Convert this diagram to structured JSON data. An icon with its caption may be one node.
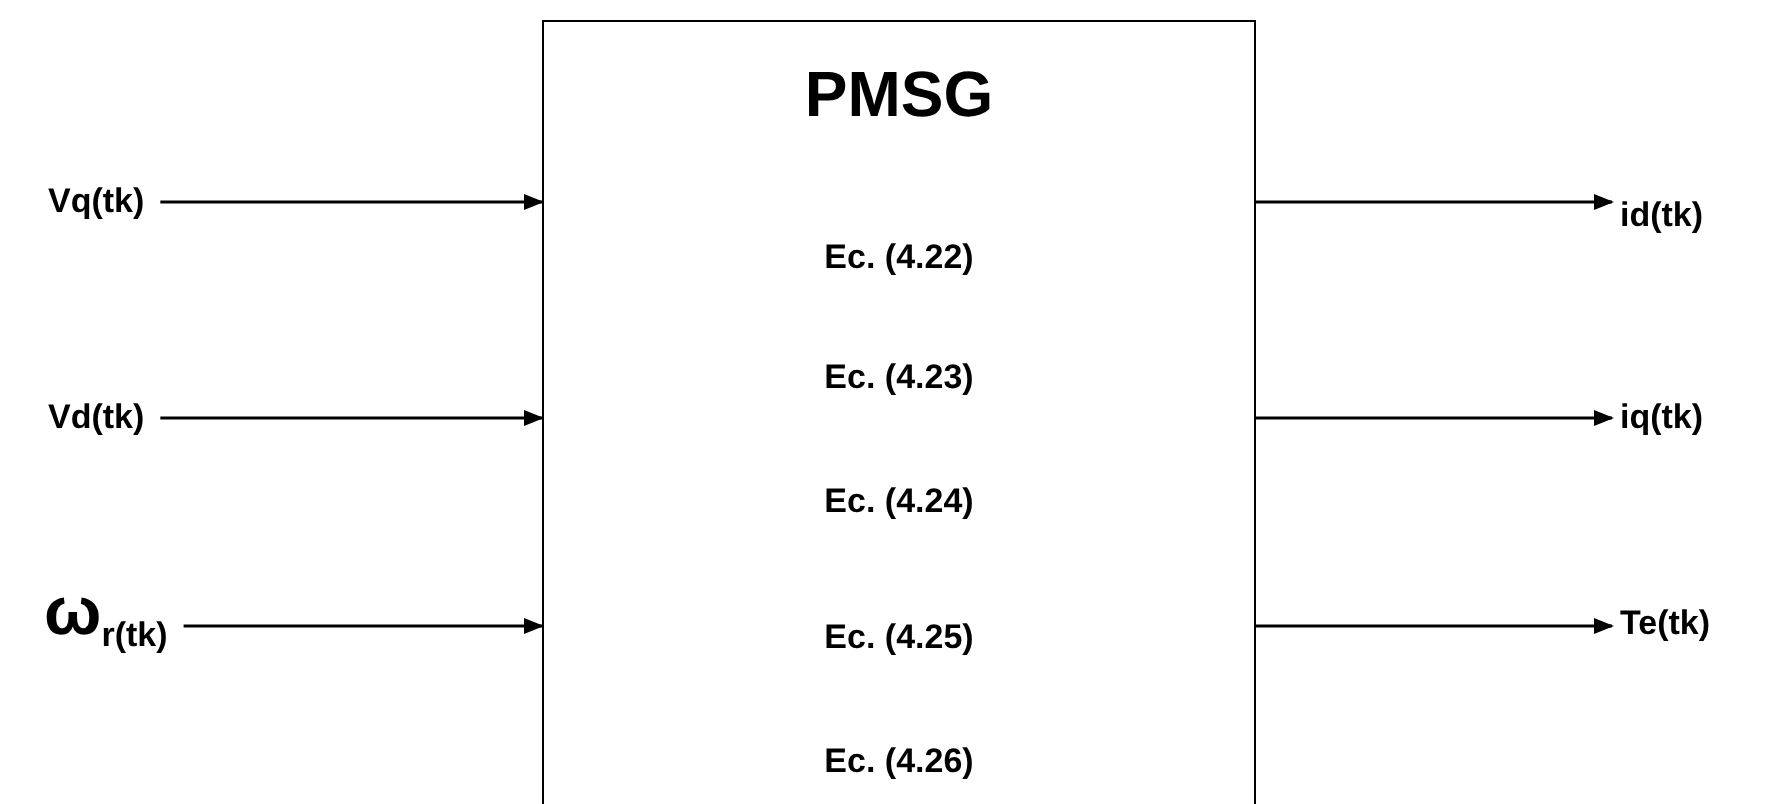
{
  "diagram": {
    "nodes": [
      {
        "text": [
          "PMSG",
          "Ec. (4.22)",
          "Ec. (4.23)",
          "Ec. (4.24)",
          "Ec. (4.25)",
          "Ec. (4.26)"
        ]
      },
      {
        "text": [
          "Vq(tk)"
        ]
      },
      {
        "text": [
          "Vd(tk)"
        ]
      },
      {
        "text": [
          "ω$_{r(tk)}$"
        ]
      },
      {
        "text": [
          "id(tk)"
        ]
      },
      {
        "text": [
          "iq(tk)"
        ]
      },
      {
        "text": [
          "Te(tk)"
        ]
      }
    ],
    "edges": [
      {
        "from": 1,
        "to": 0,
        "arrow": "to"
      },
      {
        "from": 2,
        "to": 0,
        "arrow": "to"
      },
      {
        "from": 3,
        "to": 0,
        "arrow": "to"
      },
      {
        "from": 0,
        "to": 4,
        "arrow": "to"
      },
      {
        "from": 0,
        "to": 5,
        "arrow": "to"
      },
      {
        "from": 0,
        "to": 6,
        "arrow": "to"
      }
    ]
  }
}
